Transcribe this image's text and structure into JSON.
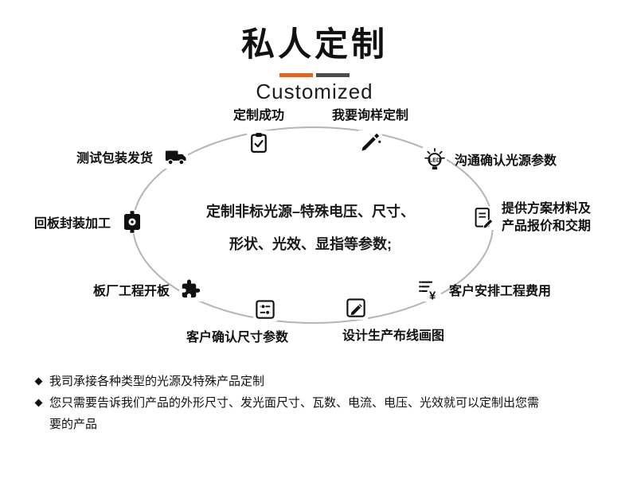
{
  "header": {
    "title": "私人定制",
    "subtitle": "Customized",
    "accent_color": "#e8641a",
    "secondary_color": "#4d4d4d"
  },
  "diagram": {
    "center_text_line1": "定制非标光源–特殊电压、尺寸、",
    "center_text_line2": "形状、光效、显指等参数;",
    "line_color": "#b5b5b5",
    "icon_color": "#111111",
    "steps": [
      {
        "label": "定制成功",
        "icon": "clipboard-check-icon"
      },
      {
        "label": "我要询样定制",
        "icon": "pen-tool-icon"
      },
      {
        "label": "测试包装发货",
        "icon": "truck-icon"
      },
      {
        "label": "沟通确认光源参数",
        "icon": "led-bulb-icon",
        "icon_text": "LED"
      },
      {
        "label": "回板封装加工",
        "icon": "chip-package-icon"
      },
      {
        "label": "提供方案材料及产品报价和交期",
        "icon": "document-quote-icon"
      },
      {
        "label": "板厂工程开板",
        "icon": "puzzle-icon"
      },
      {
        "label": "客户安排工程费用",
        "icon": "fee-yen-icon",
        "icon_text": "¥"
      },
      {
        "label": "客户确认尺寸参数",
        "icon": "sliders-icon"
      },
      {
        "label": "设计生产布线画图",
        "icon": "pencil-draw-icon"
      }
    ]
  },
  "notes": [
    "我司承接各种类型的光源及特殊产品定制",
    "您只需要告诉我们产品的外形尺寸、发光面尺寸、瓦数、电流、电压、光效就可以定制出您需要的产品"
  ]
}
